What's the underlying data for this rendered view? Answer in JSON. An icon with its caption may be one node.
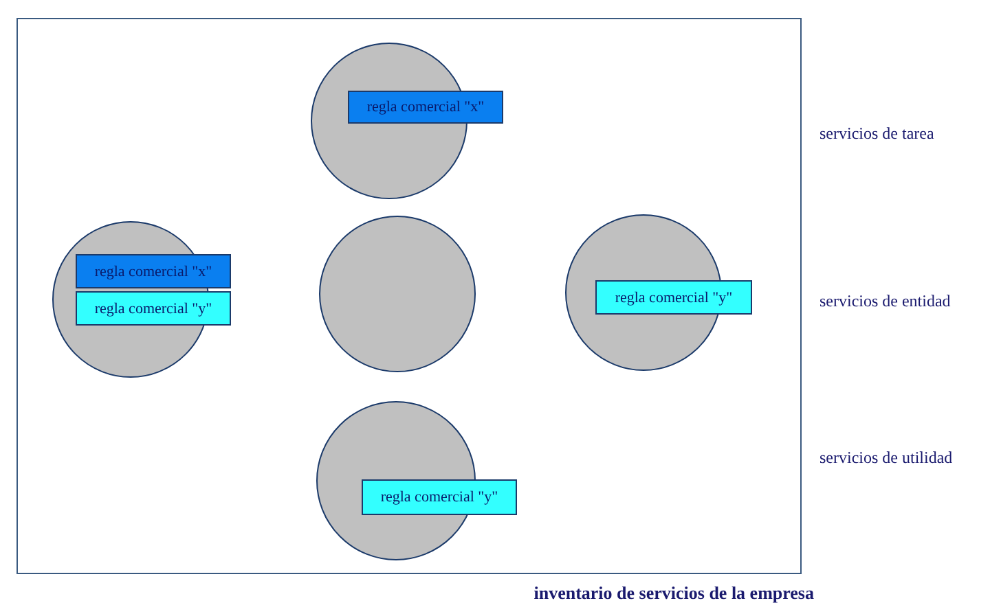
{
  "diagram": {
    "nodes": [
      {
        "text": [
          "inventario de servicios de la empresa"
        ]
      },
      {
        "text": [],
        "shape": "circle",
        "in": 0
      },
      {
        "text": [
          "regla comercial \"x\""
        ],
        "in": 0
      },
      {
        "text": [],
        "shape": "circle",
        "in": 0
      },
      {
        "text": [
          "regla comercial \"x\""
        ],
        "in": 0
      },
      {
        "text": [
          "regla comercial \"y\""
        ],
        "in": 0
      },
      {
        "text": [],
        "shape": "circle",
        "in": 0
      },
      {
        "text": [],
        "shape": "circle",
        "in": 0
      },
      {
        "text": [
          "regla comercial \"y\""
        ],
        "in": 0
      },
      {
        "text": [],
        "shape": "circle",
        "in": 0
      },
      {
        "text": [
          "regla comercial \"y\""
        ],
        "in": 0
      }
    ],
    "edges": [],
    "labels": [
      "servicios de tarea",
      "servicios de entidad",
      "servicios de utilidad"
    ]
  }
}
